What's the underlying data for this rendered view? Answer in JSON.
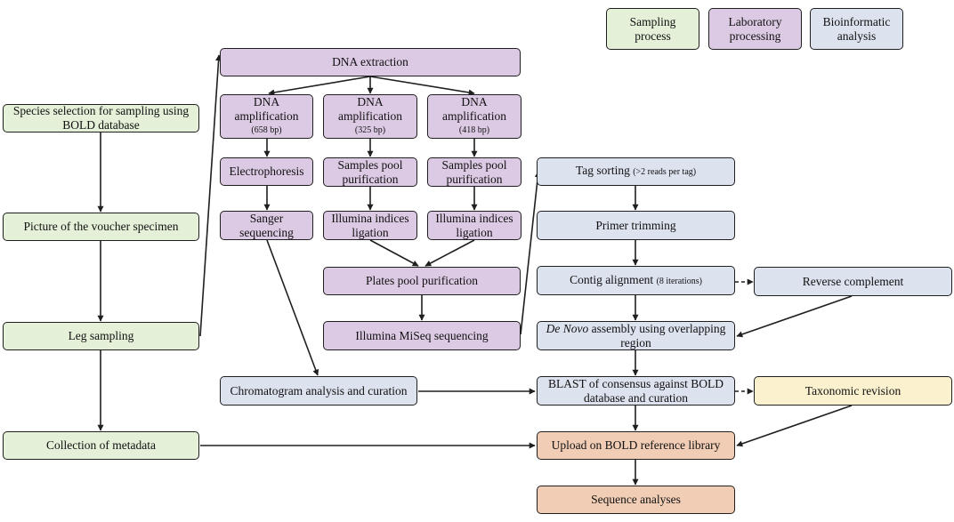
{
  "colors": {
    "sampling": "#e4f0d8",
    "laboratory": "#dccae4",
    "bioinformatic": "#dde2ef",
    "upload": "#f1cdb5",
    "revision": "#fbf1cf",
    "stroke": "#1f1f1f"
  },
  "legend": {
    "sampling": "Sampling process",
    "laboratory": "Laboratory processing",
    "bioinformatic": "Bioinformatic analysis"
  },
  "sampling": {
    "species": "Species selection for sampling using BOLD database",
    "picture": "Picture of the voucher specimen",
    "leg": "Leg sampling",
    "metadata": "Collection of metadata"
  },
  "lab": {
    "extraction": "DNA extraction",
    "amp1": {
      "label": "DNA amplification",
      "size": "(658 bp)"
    },
    "amp2": {
      "label": "DNA amplification",
      "size": "(325 bp)"
    },
    "amp3": {
      "label": "DNA amplification",
      "size": "(418 bp)"
    },
    "electrophoresis": "Electrophoresis",
    "pool1": "Samples pool purification",
    "pool2": "Samples pool purification",
    "sanger": "Sanger sequencing",
    "illumina1": "Illumina indices ligation",
    "illumina2": "Illumina indices ligation",
    "plates": "Plates pool purification",
    "miseq": "Illumina MiSeq sequencing"
  },
  "bioinfo": {
    "tag": {
      "label": "Tag sorting",
      "note": "(>2 reads per tag)"
    },
    "primer": "Primer trimming",
    "contig": {
      "label": "Contig alignment",
      "note": "(8 iterations)"
    },
    "reverse": "Reverse complement",
    "denovo": {
      "italic": "De Novo",
      "rest": " assembly using overlapping region"
    },
    "chromatogram": "Chromatogram analysis and curation",
    "blast": "BLAST of consensus against BOLD database and curation"
  },
  "taxonomic": "Taxonomic revision",
  "upload": "Upload on BOLD reference library",
  "analyses": "Sequence analyses"
}
